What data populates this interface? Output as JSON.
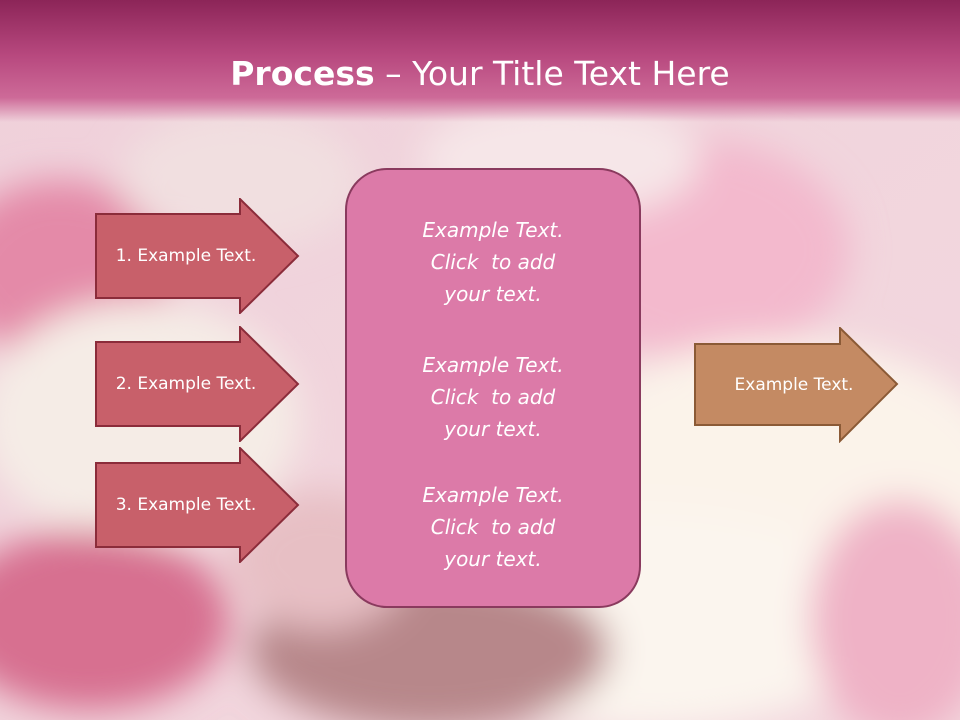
{
  "slide": {
    "title_bold": "Process",
    "title_rest": " – Your Title Text Here"
  },
  "steps": [
    {
      "label": "1. Example Text."
    },
    {
      "label": "2. Example Text."
    },
    {
      "label": "3. Example Text."
    }
  ],
  "center": {
    "paragraphs": [
      "Example Text.\nClick  to add\nyour text.",
      "Example Text.\nClick  to add\nyour text.",
      "Example Text.\nClick  to add\nyour text."
    ]
  },
  "output": {
    "label": "Example Text."
  },
  "colors": {
    "title_band": "#b7487e",
    "step_arrow_fill": "#c8606a",
    "step_arrow_border": "#8b2c3a",
    "center_fill": "#dc7aa8",
    "center_border": "#8a3a5e",
    "output_fill": "#c48a63",
    "output_border": "#8b5a36"
  }
}
